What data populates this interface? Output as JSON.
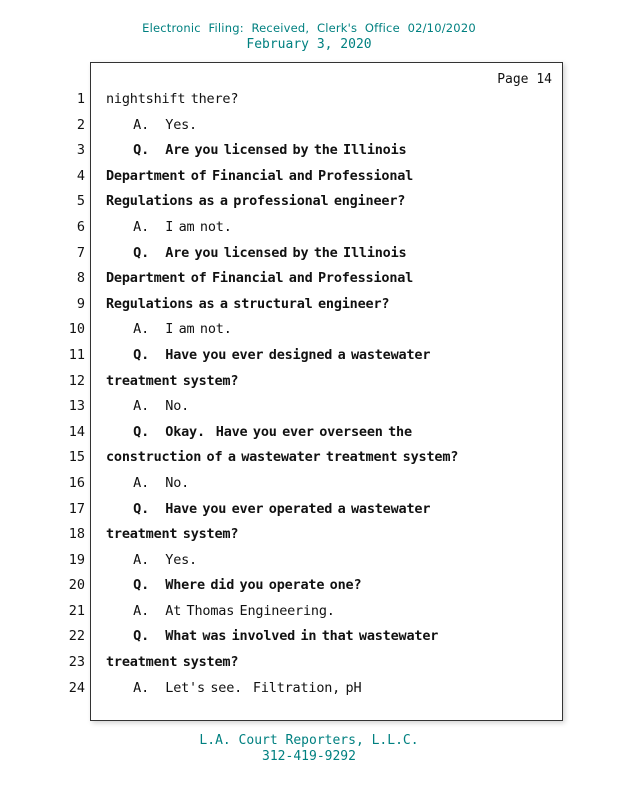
{
  "header": {
    "filing_line": "Electronic  Filing:  Received,  Clerk's  Office  02/10/2020",
    "date_line": "February 3, 2020"
  },
  "page": {
    "page_label": "Page 14",
    "lines": [
      {
        "num": "1",
        "text": "nightshift there?",
        "bold": false
      },
      {
        "num": "2",
        "text": "     A.   Yes.",
        "bold": false
      },
      {
        "num": "3",
        "text": "     Q.   Are you licensed by the Illinois",
        "bold": true
      },
      {
        "num": "4",
        "text": "Department of Financial and Professional",
        "bold": true
      },
      {
        "num": "5",
        "text": "Regulations as a professional engineer?",
        "bold": true
      },
      {
        "num": "6",
        "text": "     A.   I am not.",
        "bold": false
      },
      {
        "num": "7",
        "text": "     Q.   Are you licensed by the Illinois",
        "bold": true
      },
      {
        "num": "8",
        "text": "Department of Financial and Professional",
        "bold": true
      },
      {
        "num": "9",
        "text": "Regulations as a structural engineer?",
        "bold": true
      },
      {
        "num": "10",
        "text": "     A.   I am not.",
        "bold": false
      },
      {
        "num": "11",
        "text": "     Q.   Have you ever designed a wastewater",
        "bold": true
      },
      {
        "num": "12",
        "text": "treatment system?",
        "bold": true
      },
      {
        "num": "13",
        "text": "     A.   No.",
        "bold": false
      },
      {
        "num": "14",
        "text": "     Q.   Okay.  Have you ever overseen the",
        "bold": true
      },
      {
        "num": "15",
        "text": "construction of a wastewater treatment system?",
        "bold": true
      },
      {
        "num": "16",
        "text": "     A.   No.",
        "bold": false
      },
      {
        "num": "17",
        "text": "     Q.   Have you ever operated a wastewater",
        "bold": true
      },
      {
        "num": "18",
        "text": "treatment system?",
        "bold": true
      },
      {
        "num": "19",
        "text": "     A.   Yes.",
        "bold": false
      },
      {
        "num": "20",
        "text": "     Q.   Where did you operate one?",
        "bold": true
      },
      {
        "num": "21",
        "text": "     A.   At Thomas Engineering.",
        "bold": false
      },
      {
        "num": "22",
        "text": "     Q.   What was involved in that wastewater",
        "bold": true
      },
      {
        "num": "23",
        "text": "treatment system?",
        "bold": true
      },
      {
        "num": "24",
        "text": "     A.   Let's see.  Filtration, pH",
        "bold": false
      }
    ]
  },
  "footer": {
    "company": "L.A. Court Reporters, L.L.C.",
    "phone": "312-419-9292"
  },
  "colors": {
    "accent_teal": "#008080",
    "text": "#111111"
  }
}
